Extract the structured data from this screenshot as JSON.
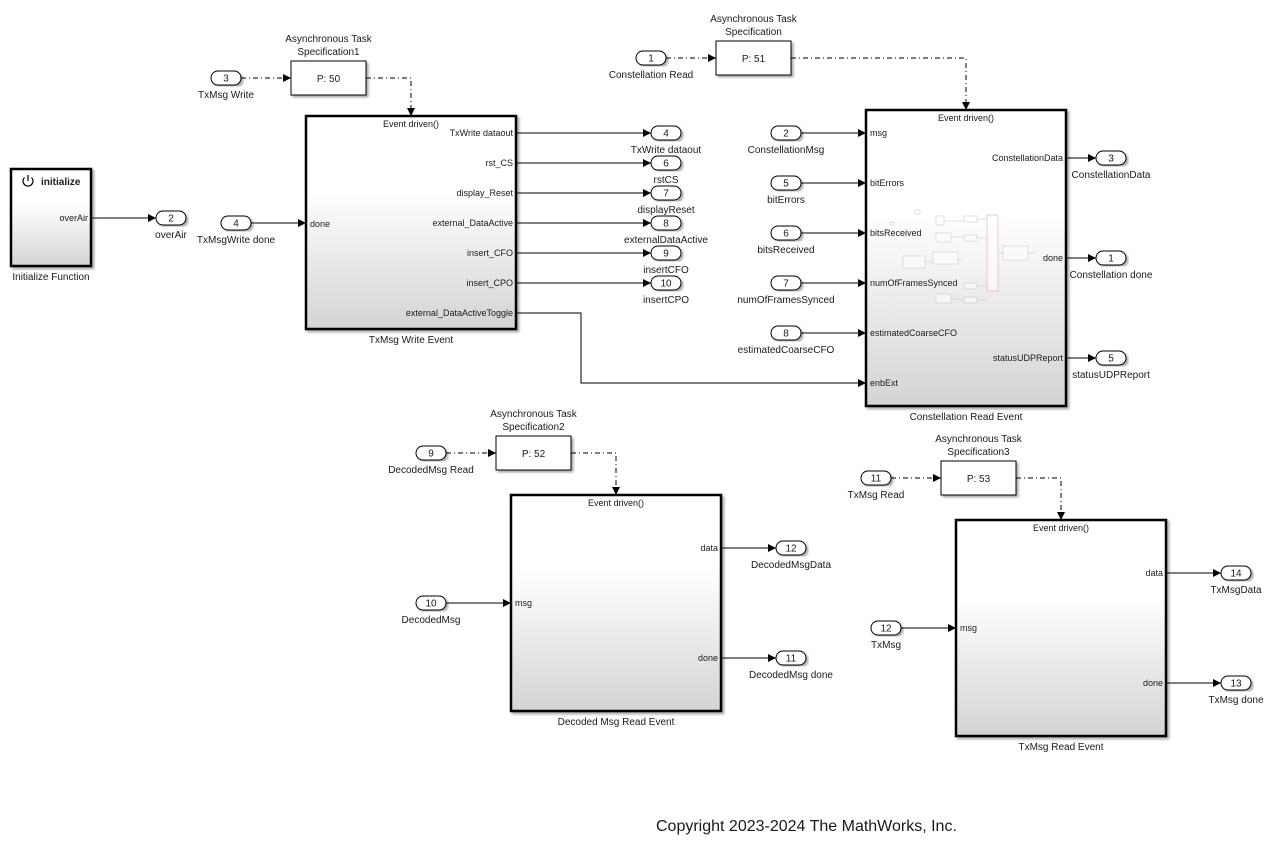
{
  "copyright": "Copyright 2023-2024 The MathWorks, Inc.",
  "colors": {
    "line": "#000000",
    "block_border": "#000000",
    "gradient_top": "#ffffff",
    "gradient_bottom": "#d6d6d6",
    "preview_accent": "#e8a0a0"
  },
  "initialize": {
    "icon": "power-icon",
    "title": "initialize",
    "port": "overAir",
    "label": "Initialize Function"
  },
  "task_specs": [
    {
      "id": "spec1",
      "title_line1": "Asynchronous Task",
      "title_line2": "Specification1",
      "priority": "P: 50"
    },
    {
      "id": "spec0",
      "title_line1": "Asynchronous Task",
      "title_line2": "Specification",
      "priority": "P: 51"
    },
    {
      "id": "spec2",
      "title_line1": "Asynchronous Task",
      "title_line2": "Specification2",
      "priority": "P: 52"
    },
    {
      "id": "spec3",
      "title_line1": "Asynchronous Task",
      "title_line2": "Specification3",
      "priority": "P: 53"
    }
  ],
  "subsystems": [
    {
      "id": "txwrite",
      "header": "Event driven()",
      "label": "TxMsg Write Event",
      "inputs": [
        "done"
      ],
      "outputs": [
        "TxWrite dataout",
        "rst_CS",
        "display_Reset",
        "external_DataActive",
        "insert_CFO",
        "insert_CPO",
        "external_DataActiveToggle"
      ]
    },
    {
      "id": "constread",
      "header": "Event driven()",
      "label": "Constellation Read Event",
      "inputs": [
        "msg",
        "bitErrors",
        "bitsReceived",
        "numOfFramesSynced",
        "estimatedCoarseCFO",
        "enbExt"
      ],
      "outputs": [
        "ConstellationData",
        "done",
        "statusUDPReport"
      ]
    },
    {
      "id": "decread",
      "header": "Event driven()",
      "label": "Decoded Msg Read Event",
      "inputs": [
        "msg"
      ],
      "outputs": [
        "data",
        "done"
      ]
    },
    {
      "id": "txread",
      "header": "Event driven()",
      "label": "TxMsg Read Event",
      "inputs": [
        "msg"
      ],
      "outputs": [
        "data",
        "done"
      ]
    }
  ],
  "inports": [
    {
      "num": "3",
      "label": "TxMsg Write"
    },
    {
      "num": "4",
      "label": "TxMsgWrite done"
    },
    {
      "num": "1",
      "label": "Constellation Read"
    },
    {
      "num": "2",
      "label": "ConstellationMsg"
    },
    {
      "num": "5",
      "label": "bitErrors"
    },
    {
      "num": "6",
      "label": "bitsReceived"
    },
    {
      "num": "7",
      "label": "numOfFramesSynced"
    },
    {
      "num": "8",
      "label": "estimatedCoarseCFO"
    },
    {
      "num": "9",
      "label": "DecodedMsg Read"
    },
    {
      "num": "10",
      "label": "DecodedMsg"
    },
    {
      "num": "11",
      "label": "TxMsg Read"
    },
    {
      "num": "12",
      "label": "TxMsg"
    }
  ],
  "outports": [
    {
      "num": "2",
      "label": "overAir"
    },
    {
      "num": "4",
      "label": "TxWrite dataout"
    },
    {
      "num": "6",
      "label": "rstCS"
    },
    {
      "num": "7",
      "label": "displayReset"
    },
    {
      "num": "8",
      "label": "externalDataActive"
    },
    {
      "num": "9",
      "label": "insertCFO"
    },
    {
      "num": "10",
      "label": "insertCPO"
    },
    {
      "num": "3",
      "label": "ConstellationData"
    },
    {
      "num": "1",
      "label": "Constellation done"
    },
    {
      "num": "5",
      "label": "statusUDPReport"
    },
    {
      "num": "12",
      "label": "DecodedMsgData"
    },
    {
      "num": "11",
      "label": "DecodedMsg done"
    },
    {
      "num": "14",
      "label": "TxMsgData"
    },
    {
      "num": "13",
      "label": "TxMsg done"
    }
  ]
}
